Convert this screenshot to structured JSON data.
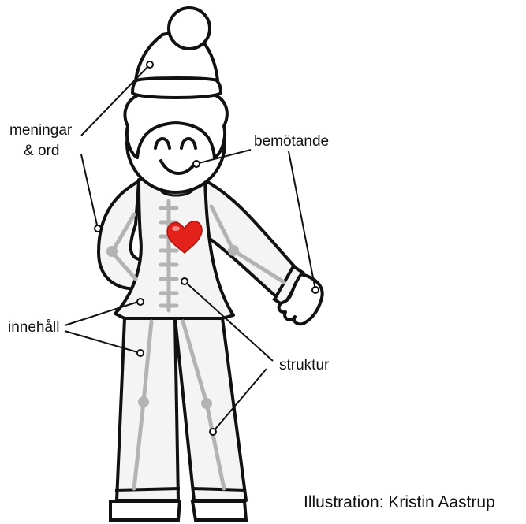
{
  "labels": {
    "meningar_line1": "meningar",
    "meningar_line2": "& ord",
    "bemotande": "bemötande",
    "innehall": "innehåll",
    "struktur": "struktur"
  },
  "credit": "Illustration: Kristin Aastrup",
  "colors": {
    "outline": "#111111",
    "bones": "#b3b3b3",
    "fill": "#f4f4f4",
    "heart": "#e3221c",
    "heart_highlight": "#f58a86"
  },
  "icons": {
    "heart": "heart-icon"
  }
}
